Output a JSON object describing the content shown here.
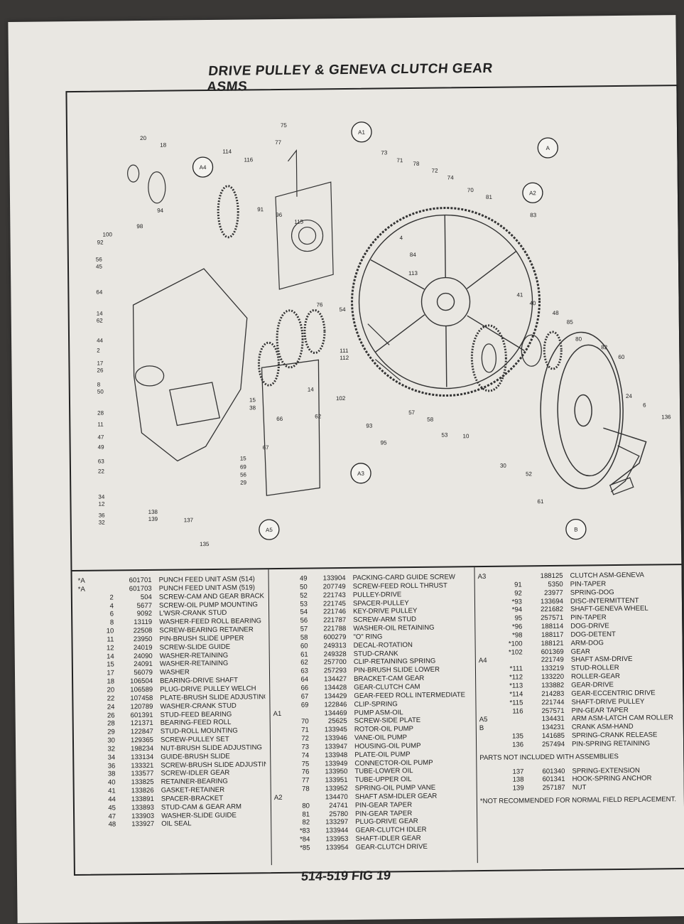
{
  "title": "DRIVE PULLEY & GENEVA CLUTCH GEAR ASMS",
  "footer": "514-519 FIG 19",
  "diagram": {
    "callouts": [
      "A",
      "A1",
      "A2",
      "A3",
      "A4",
      "A5",
      "B"
    ],
    "numbers": [
      "20",
      "18",
      "114",
      "116",
      "75",
      "77",
      "73",
      "71",
      "78",
      "72",
      "74",
      "70",
      "81",
      "83",
      "94",
      "98",
      "100",
      "92",
      "91",
      "96",
      "115",
      "56",
      "45",
      "64",
      "14",
      "62",
      "44",
      "2",
      "17",
      "26",
      "8",
      "50",
      "28",
      "11",
      "47",
      "49",
      "63",
      "22",
      "34",
      "12",
      "36",
      "32",
      "138",
      "139",
      "137",
      "15",
      "69",
      "56",
      "29",
      "15",
      "38",
      "67",
      "66",
      "14",
      "62",
      "102",
      "111",
      "112",
      "93",
      "95",
      "57",
      "58",
      "53",
      "10",
      "113",
      "84",
      "4",
      "54",
      "76",
      "41",
      "40",
      "48",
      "85",
      "80",
      "82",
      "60",
      "24",
      "6",
      "136",
      "30",
      "52",
      "61",
      "135"
    ]
  },
  "parts": {
    "col1": [
      {
        "m": "*A",
        "k": "",
        "p": "601701",
        "d": "PUNCH FEED UNIT ASM (514)"
      },
      {
        "m": "*A",
        "k": "",
        "p": "601703",
        "d": "PUNCH FEED UNIT ASM (519)"
      },
      {
        "m": "",
        "k": "2",
        "p": "504",
        "d": "SCREW-CAM AND GEAR BRACKET"
      },
      {
        "m": "",
        "k": "4",
        "p": "5677",
        "d": "SCREW-OIL PUMP MOUNTING"
      },
      {
        "m": "",
        "k": "6",
        "p": "9092",
        "d": "L'WSR-CRANK STUD"
      },
      {
        "m": "",
        "k": "8",
        "p": "13119",
        "d": "WASHER-FEED ROLL BEARING"
      },
      {
        "m": "",
        "k": "10",
        "p": "22508",
        "d": "SCREW-BEARING RETAINER"
      },
      {
        "m": "",
        "k": "11",
        "p": "23950",
        "d": "PIN-BRUSH SLIDE UPPER"
      },
      {
        "m": "",
        "k": "12",
        "p": "24019",
        "d": "SCREW-SLIDE GUIDE"
      },
      {
        "m": "",
        "k": "14",
        "p": "24090",
        "d": "WASHER-RETAINING"
      },
      {
        "m": "",
        "k": "15",
        "p": "24091",
        "d": "WASHER-RETAINING"
      },
      {
        "m": "",
        "k": "17",
        "p": "56079",
        "d": "WASHER"
      },
      {
        "m": "",
        "k": "18",
        "p": "106504",
        "d": "BEARING-DRIVE SHAFT"
      },
      {
        "m": "",
        "k": "20",
        "p": "106589",
        "d": "PLUG-DRIVE PULLEY WELCH"
      },
      {
        "m": "",
        "k": "22",
        "p": "107458",
        "d": "PLATE-BRUSH SLIDE ADJUSTING"
      },
      {
        "m": "",
        "k": "24",
        "p": "120789",
        "d": "WASHER-CRANK STUD"
      },
      {
        "m": "",
        "k": "26",
        "p": "601391",
        "d": "STUD-FEED BEARING"
      },
      {
        "m": "",
        "k": "28",
        "p": "121371",
        "d": "BEARING-FEED ROLL"
      },
      {
        "m": "",
        "k": "29",
        "p": "122847",
        "d": "STUD-ROLL MOUNTING"
      },
      {
        "m": "",
        "k": "30",
        "p": "129365",
        "d": "SCREW-PULLEY SET"
      },
      {
        "m": "",
        "k": "32",
        "p": "198234",
        "d": "NUT-BRUSH SLIDE ADJUSTING"
      },
      {
        "m": "",
        "k": "34",
        "p": "133134",
        "d": "GUIDE-BRUSH SLIDE"
      },
      {
        "m": "",
        "k": "36",
        "p": "133321",
        "d": "SCREW-BRUSH SLIDE ADJUSTING"
      },
      {
        "m": "",
        "k": "38",
        "p": "133577",
        "d": "SCREW-IDLER GEAR"
      },
      {
        "m": "",
        "k": "40",
        "p": "133825",
        "d": "RETAINER-BEARING"
      },
      {
        "m": "",
        "k": "41",
        "p": "133826",
        "d": "GASKET-RETAINER"
      },
      {
        "m": "",
        "k": "44",
        "p": "133891",
        "d": "SPACER-BRACKET"
      },
      {
        "m": "",
        "k": "45",
        "p": "133893",
        "d": "STUD-CAM & GEAR ARM"
      },
      {
        "m": "",
        "k": "47",
        "p": "133903",
        "d": "WASHER-SLIDE GUIDE"
      },
      {
        "m": "",
        "k": "48",
        "p": "133927",
        "d": "OIL SEAL"
      }
    ],
    "col2": [
      {
        "m": "",
        "k": "49",
        "p": "133904",
        "d": "PACKING-CARD GUIDE SCREW"
      },
      {
        "m": "",
        "k": "50",
        "p": "207749",
        "d": "SCREW-FEED ROLL THRUST"
      },
      {
        "m": "",
        "k": "52",
        "p": "221743",
        "d": "PULLEY-DRIVE"
      },
      {
        "m": "",
        "k": "53",
        "p": "221745",
        "d": "SPACER-PULLEY"
      },
      {
        "m": "",
        "k": "54",
        "p": "221746",
        "d": "KEY-DRIVE PULLEY"
      },
      {
        "m": "",
        "k": "56",
        "p": "221787",
        "d": "SCREW-ARM STUD"
      },
      {
        "m": "",
        "k": "57",
        "p": "221788",
        "d": "WASHER-OIL RETAINING"
      },
      {
        "m": "",
        "k": "58",
        "p": "600279",
        "d": "\"O\" RING"
      },
      {
        "m": "",
        "k": "60",
        "p": "249313",
        "d": "DECAL-ROTATION"
      },
      {
        "m": "",
        "k": "61",
        "p": "249328",
        "d": "STUD-CRANK"
      },
      {
        "m": "",
        "k": "62",
        "p": "257700",
        "d": "CLIP-RETAINING SPRING"
      },
      {
        "m": "",
        "k": "63",
        "p": "257293",
        "d": "PIN-BRUSH SLIDE LOWER"
      },
      {
        "m": "",
        "k": "64",
        "p": "134427",
        "d": "BRACKET-CAM GEAR"
      },
      {
        "m": "",
        "k": "66",
        "p": "134428",
        "d": "GEAR-CLUTCH CAM"
      },
      {
        "m": "",
        "k": "67",
        "p": "134429",
        "d": "GEAR-FEED ROLL INTERMEDIATE"
      },
      {
        "m": "",
        "k": "69",
        "p": "122846",
        "d": "CLIP-SPRING"
      },
      {
        "m": "A1",
        "k": "",
        "p": "134469",
        "d": "PUMP ASM-OIL"
      },
      {
        "m": "",
        "k": "70",
        "p": "25625",
        "d": "SCREW-SIDE PLATE"
      },
      {
        "m": "",
        "k": "71",
        "p": "133945",
        "d": "ROTOR-OIL PUMP"
      },
      {
        "m": "",
        "k": "72",
        "p": "133946",
        "d": "VANE-OIL PUMP"
      },
      {
        "m": "",
        "k": "73",
        "p": "133947",
        "d": "HOUSING-OIL PUMP"
      },
      {
        "m": "",
        "k": "74",
        "p": "133948",
        "d": "PLATE-OIL PUMP"
      },
      {
        "m": "",
        "k": "75",
        "p": "133949",
        "d": "CONNECTOR-OIL PUMP"
      },
      {
        "m": "",
        "k": "76",
        "p": "133950",
        "d": "TUBE-LOWER OIL"
      },
      {
        "m": "",
        "k": "77",
        "p": "133951",
        "d": "TUBE-UPPER OIL"
      },
      {
        "m": "",
        "k": "78",
        "p": "133952",
        "d": "SPRING-OIL PUMP VANE"
      },
      {
        "m": "A2",
        "k": "",
        "p": "134470",
        "d": "SHAFT ASM-IDLER GEAR"
      },
      {
        "m": "",
        "k": "80",
        "p": "24741",
        "d": "PIN-GEAR TAPER"
      },
      {
        "m": "",
        "k": "81",
        "p": "25780",
        "d": "PIN-GEAR TAPER"
      },
      {
        "m": "",
        "k": "82",
        "p": "133297",
        "d": "PLUG-DRIVE GEAR"
      },
      {
        "m": "",
        "k": "*83",
        "p": "133944",
        "d": "GEAR-CLUTCH IDLER"
      },
      {
        "m": "",
        "k": "*84",
        "p": "133953",
        "d": "SHAFT-IDLER GEAR"
      },
      {
        "m": "",
        "k": "*85",
        "p": "133954",
        "d": "GEAR-CLUTCH DRIVE"
      }
    ],
    "col3": [
      {
        "m": "A3",
        "k": "",
        "p": "188125",
        "d": "CLUTCH ASM-GENEVA"
      },
      {
        "m": "",
        "k": "91",
        "p": "5350",
        "d": "PIN-TAPER"
      },
      {
        "m": "",
        "k": "92",
        "p": "23977",
        "d": "SPRING-DOG"
      },
      {
        "m": "",
        "k": "*93",
        "p": "133694",
        "d": "DISC-INTERMITTENT"
      },
      {
        "m": "",
        "k": "*94",
        "p": "221682",
        "d": "SHAFT-GENEVA WHEEL"
      },
      {
        "m": "",
        "k": "95",
        "p": "257571",
        "d": "PIN-TAPER"
      },
      {
        "m": "",
        "k": "*96",
        "p": "188114",
        "d": "DOG-DRIVE"
      },
      {
        "m": "",
        "k": "*98",
        "p": "188117",
        "d": "DOG-DETENT"
      },
      {
        "m": "",
        "k": "*100",
        "p": "188121",
        "d": "ARM-DOG"
      },
      {
        "m": "",
        "k": "*102",
        "p": "601369",
        "d": "GEAR"
      },
      {
        "m": "A4",
        "k": "",
        "p": "221749",
        "d": "SHAFT ASM-DRIVE"
      },
      {
        "m": "",
        "k": "*111",
        "p": "133219",
        "d": "STUD-ROLLER"
      },
      {
        "m": "",
        "k": "*112",
        "p": "133220",
        "d": "ROLLER-GEAR"
      },
      {
        "m": "",
        "k": "*113",
        "p": "133882",
        "d": "GEAR-DRIVE"
      },
      {
        "m": "",
        "k": "*114",
        "p": "214283",
        "d": "GEAR-ECCENTRIC DRIVE"
      },
      {
        "m": "",
        "k": "*115",
        "p": "221744",
        "d": "SHAFT-DRIVE PULLEY"
      },
      {
        "m": "",
        "k": "116",
        "p": "257571",
        "d": "PIN-GEAR TAPER"
      },
      {
        "m": "A5",
        "k": "",
        "p": "134431",
        "d": "ARM ASM-LATCH CAM ROLLER"
      },
      {
        "m": "B",
        "k": "",
        "p": "134231",
        "d": "CRANK ASM-HAND"
      },
      {
        "m": "",
        "k": "135",
        "p": "141685",
        "d": "SPRING-CRANK RELEASE"
      },
      {
        "m": "",
        "k": "136",
        "p": "257494",
        "d": "PIN-SPRING RETAINING"
      }
    ],
    "col3_note": "PARTS NOT INCLUDED WITH ASSEMBLIES",
    "col3_extra": [
      {
        "m": "",
        "k": "137",
        "p": "601340",
        "d": "SPRING-EXTENSION"
      },
      {
        "m": "",
        "k": "138",
        "p": "601341",
        "d": "HOOK-SPRING ANCHOR"
      },
      {
        "m": "",
        "k": "139",
        "p": "257187",
        "d": "NUT"
      }
    ],
    "footnote": "*NOT RECOMMENDED FOR NORMAL FIELD REPLACEMENT."
  }
}
